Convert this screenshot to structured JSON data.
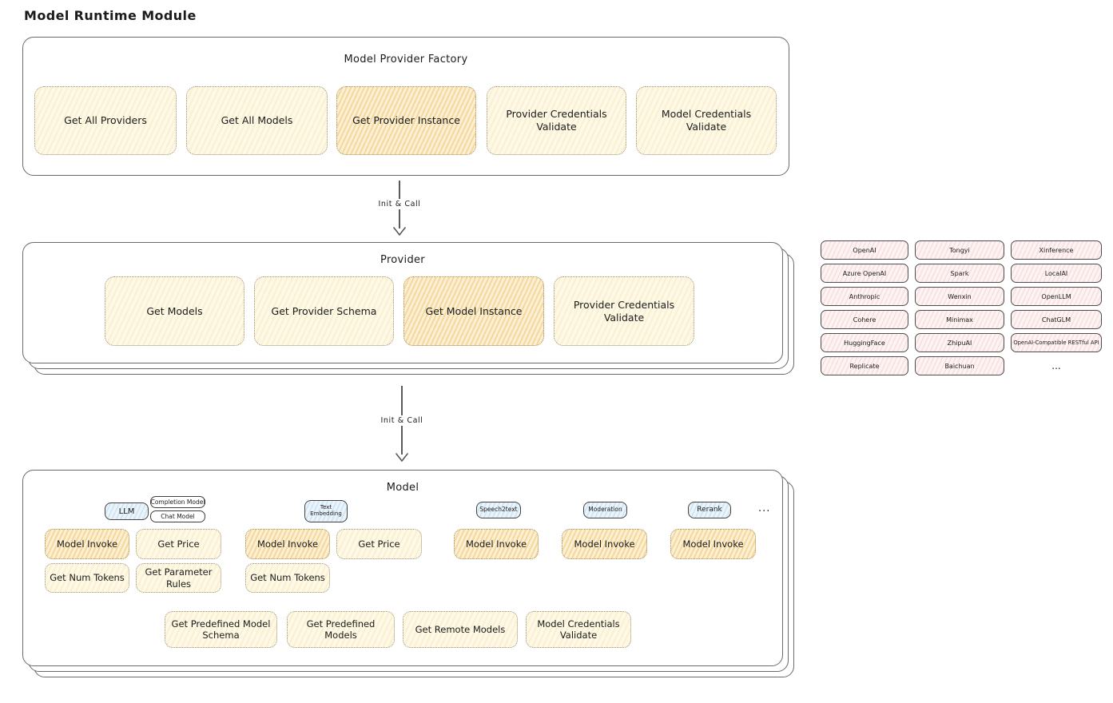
{
  "page_title": "Model Runtime Module",
  "arrows": {
    "init_call_top": "Init & Call",
    "init_call_bottom": "Init & Call"
  },
  "factory": {
    "title": "Model Provider Factory",
    "buttons": [
      {
        "label": "Get All Providers",
        "highlighted": false
      },
      {
        "label": "Get All Models",
        "highlighted": false
      },
      {
        "label": "Get Provider Instance",
        "highlighted": true
      },
      {
        "label": "Provider Credentials Validate",
        "highlighted": false
      },
      {
        "label": "Model Credentials Validate",
        "highlighted": false
      }
    ]
  },
  "provider": {
    "title": "Provider",
    "buttons": [
      {
        "label": "Get Models",
        "highlighted": false
      },
      {
        "label": "Get Provider Schema",
        "highlighted": false
      },
      {
        "label": "Get Model Instance",
        "highlighted": true
      },
      {
        "label": "Provider Credentials Validate",
        "highlighted": false
      }
    ]
  },
  "provider_list": {
    "items": [
      "OpenAI",
      "Tongyi",
      "Xinference",
      "Azure OpenAI",
      "Spark",
      "LocalAI",
      "Anthropic",
      "Wenxin",
      "OpenLLM",
      "Cohere",
      "Minimax",
      "ChatGLM",
      "HuggingFace",
      "ZhipuAI",
      "OpenAI-Compatible RESTful API",
      "Replicate",
      "Baichuan"
    ],
    "more": "..."
  },
  "model": {
    "title": "Model",
    "tabs": {
      "llm": "LLM",
      "completion_model": "Completion Model",
      "chat_model": "Chat Model",
      "text_embedding": "Text Embedding",
      "speech2text": "Speech2text",
      "moderation": "Moderation",
      "rerank": "Rerank",
      "more": "..."
    },
    "buttons": {
      "llm_model_invoke": "Model Invoke",
      "llm_get_price": "Get Price",
      "llm_get_num_tokens": "Get Num Tokens",
      "llm_get_parameter_rules": "Get Parameter Rules",
      "embedding_model_invoke": "Model Invoke",
      "embedding_get_price": "Get Price",
      "embedding_get_num_tokens": "Get Num Tokens",
      "speech2text_model_invoke": "Model Invoke",
      "moderation_model_invoke": "Model Invoke",
      "rerank_model_invoke": "Model Invoke",
      "get_predefined_model_schema": "Get Predefined Model Schema",
      "get_predefined_models": "Get Predefined Models",
      "get_remote_models": "Get Remote Models",
      "model_credentials_validate": "Model Credentials Validate"
    }
  },
  "colors": {
    "node_yellow": "#fdf9e6",
    "node_orange_highlight": "#fbf0d3",
    "provider_chip_pink": "#fdf3f3",
    "tab_blue": "#eaf4fb",
    "box_border": "#6a6a6a",
    "text": "#1b1b1b"
  }
}
